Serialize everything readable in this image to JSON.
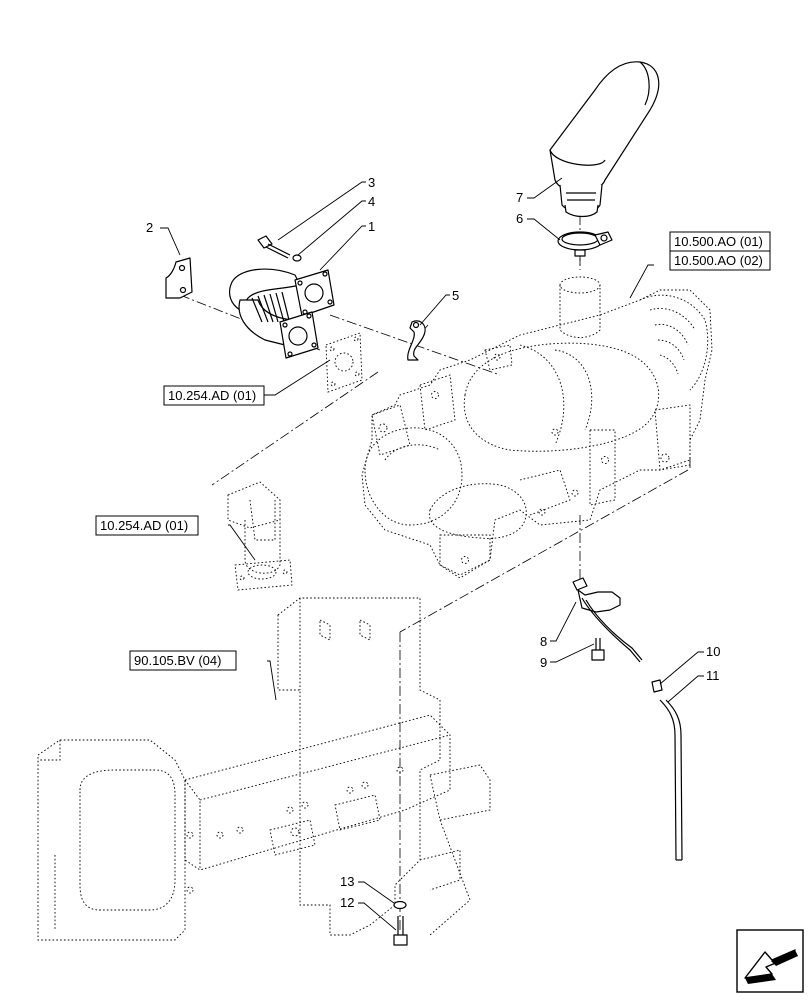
{
  "callouts": [
    {
      "id": "1",
      "text": "1"
    },
    {
      "id": "2",
      "text": "2"
    },
    {
      "id": "3",
      "text": "3"
    },
    {
      "id": "4",
      "text": "4"
    },
    {
      "id": "5",
      "text": "5"
    },
    {
      "id": "6",
      "text": "6"
    },
    {
      "id": "7",
      "text": "7"
    },
    {
      "id": "8",
      "text": "8"
    },
    {
      "id": "9",
      "text": "9"
    },
    {
      "id": "10",
      "text": "10"
    },
    {
      "id": "11",
      "text": "11"
    },
    {
      "id": "12",
      "text": "12"
    },
    {
      "id": "13",
      "text": "13"
    }
  ],
  "references": {
    "ref_10500_ao_01": "10.500.AO (01)",
    "ref_10500_ao_02": "10.500.AO (02)",
    "ref_10254_ad_upper": "10.254.AD (01)",
    "ref_10254_ad_lower": "10.254.AD (01)",
    "ref_90105_bv_04": "90.105.BV (04)"
  },
  "nav_icon": "arrow-down-left-icon",
  "colors": {
    "line": "#000000",
    "background": "#ffffff"
  }
}
